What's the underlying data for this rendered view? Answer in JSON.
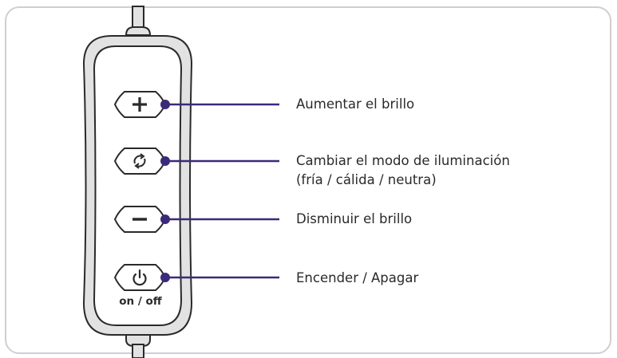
{
  "labels": {
    "increase": "Aumentar el brillo",
    "mode_line1": "Cambiar el modo de iluminación",
    "mode_line2": "(fría / cálida / neutra)",
    "decrease": "Disminuir el brillo",
    "power": "Encender / Apagar"
  },
  "power_caption": "on / off",
  "icons": [
    "plus-icon",
    "cycle-arrows-icon",
    "minus-icon",
    "power-icon"
  ],
  "colors": {
    "callout": "#3b2a7a",
    "outline": "#2a2a2a",
    "body_fill": "#e2e2e2",
    "frame": "#cfcfcf"
  }
}
